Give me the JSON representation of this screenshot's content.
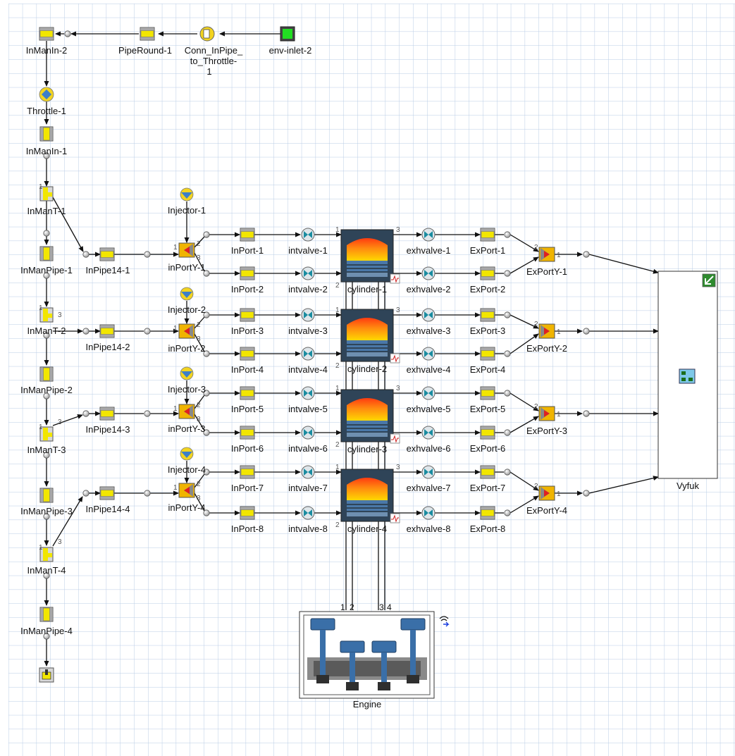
{
  "colors": {
    "grid": "#b9cce6",
    "wire": "#111111",
    "pipe_fill": "#f2e600",
    "pipe_frame": "#a8a8a8",
    "cylinder_body": "#2f4458",
    "cylinder_hot": "#ff6a00",
    "inlet": "#22dd22",
    "injector": "#3d7fc8"
  },
  "labels": {
    "inmanin2": "InManIn-2",
    "piperound": "PipeRound-1",
    "conn1": "Conn_InPipe_",
    "conn2": "to_Throttle-",
    "conn3": "1",
    "envinlet": "env-inlet-2",
    "throttle": "Throttle-1",
    "inmanin1": "InManIn-1",
    "inmant1": "InManT-1",
    "inmanpipe1": "InManPipe-1",
    "inmant2": "InManT-2",
    "inmanpipe2": "InManPipe-2",
    "inmant3": "InManT-3",
    "inmanpipe3": "InManPipe-3",
    "inmant4": "InManT-4",
    "inmanpipe4": "InManPipe-4",
    "engine": "Engine",
    "vyfuk": "Vyfuk"
  },
  "branches": [
    {
      "injector": "Injector-1",
      "inpipe": "InPipe14-1",
      "inporty": "inPortY-1",
      "ports": [
        "InPort-1",
        "InPort-2"
      ],
      "intvalves": [
        "intvalve-1",
        "intvalve-2"
      ],
      "cylinder": "cylinder-1",
      "exhvalves": [
        "exhvalve-1",
        "exhvalve-2"
      ],
      "exports": [
        "ExPort-1",
        "ExPort-2"
      ],
      "exporty": "ExPortY-1"
    },
    {
      "injector": "Injector-2",
      "inpipe": "InPipe14-2",
      "inporty": "inPortY-2",
      "ports": [
        "InPort-3",
        "InPort-4"
      ],
      "intvalves": [
        "intvalve-3",
        "intvalve-4"
      ],
      "cylinder": "cylinder-2",
      "exhvalves": [
        "exhvalve-3",
        "exhvalve-4"
      ],
      "exports": [
        "ExPort-3",
        "ExPort-4"
      ],
      "exporty": "ExPortY-2"
    },
    {
      "injector": "Injector-3",
      "inpipe": "InPipe14-3",
      "inporty": "inPortY-3",
      "ports": [
        "InPort-5",
        "InPort-6"
      ],
      "intvalves": [
        "intvalve-5",
        "intvalve-6"
      ],
      "cylinder": "cylinder-3",
      "exhvalves": [
        "exhvalve-5",
        "exhvalve-6"
      ],
      "exports": [
        "ExPort-5",
        "ExPort-6"
      ],
      "exporty": "ExPortY-3"
    },
    {
      "injector": "Injector-4",
      "inpipe": "InPipe14-4",
      "inporty": "inPortY-4",
      "ports": [
        "InPort-7",
        "InPort-8"
      ],
      "intvalves": [
        "intvalve-7",
        "intvalve-8"
      ],
      "cylinder": "cylinder-4",
      "exhvalves": [
        "exhvalve-7",
        "exhvalve-8"
      ],
      "exports": [
        "ExPort-7",
        "ExPort-8"
      ],
      "exporty": "ExPortY-4"
    }
  ],
  "port_numbers": {
    "one": "1",
    "two": "2",
    "three": "3",
    "four": "4"
  }
}
